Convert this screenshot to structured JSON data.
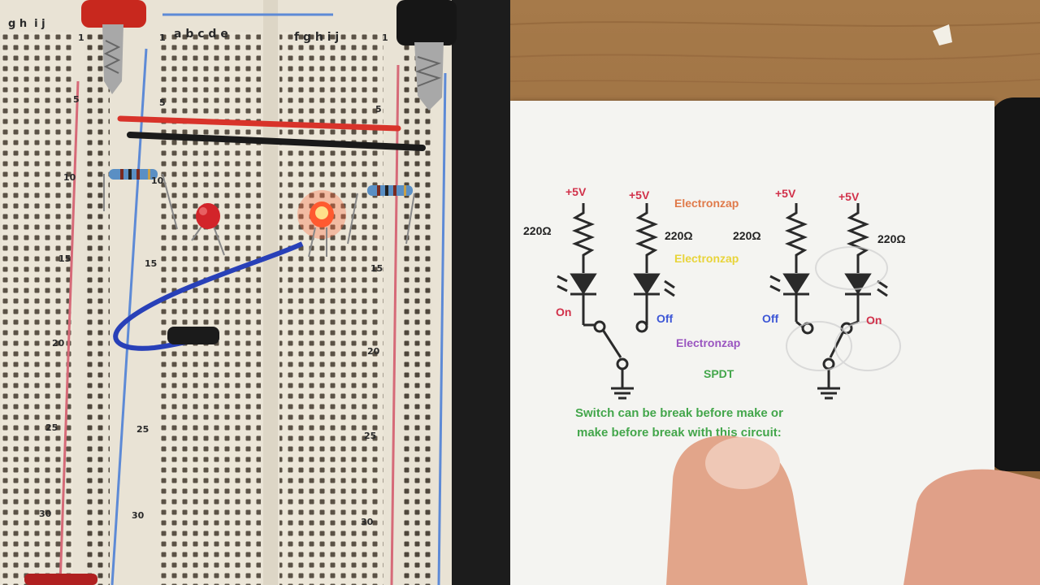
{
  "breadboard": {
    "column_letters_left": [
      "g",
      "h",
      "i",
      "j"
    ],
    "column_letters_mid": [
      "a",
      "b",
      "c",
      "d",
      "e"
    ],
    "column_letters_right": [
      "f",
      "g",
      "h",
      "i",
      "j"
    ],
    "row_numbers": [
      "1",
      "5",
      "10",
      "15",
      "20",
      "25",
      "30"
    ]
  },
  "sheet": {
    "labels_5v": [
      "+5V",
      "+5V",
      "+5V",
      "+5V"
    ],
    "resistor_labels": [
      "220Ω",
      "220Ω",
      "220Ω",
      "220Ω"
    ],
    "watermarks": [
      "Electronzap",
      "Electronzap",
      "Electronzap"
    ],
    "state_labels": [
      "On",
      "Off",
      "Off",
      "On"
    ],
    "switch_type": "SPDT",
    "caption_line1": "Switch can be break before make or",
    "caption_line2": "make before break with this circuit:"
  },
  "colors": {
    "red_text": "#d1314a",
    "blue_text": "#3c56d6",
    "green_text": "#43a64b",
    "orange_watermark": "#e07a4a",
    "yellow_watermark": "#e8d43a",
    "purple_watermark": "#9a55c0"
  }
}
